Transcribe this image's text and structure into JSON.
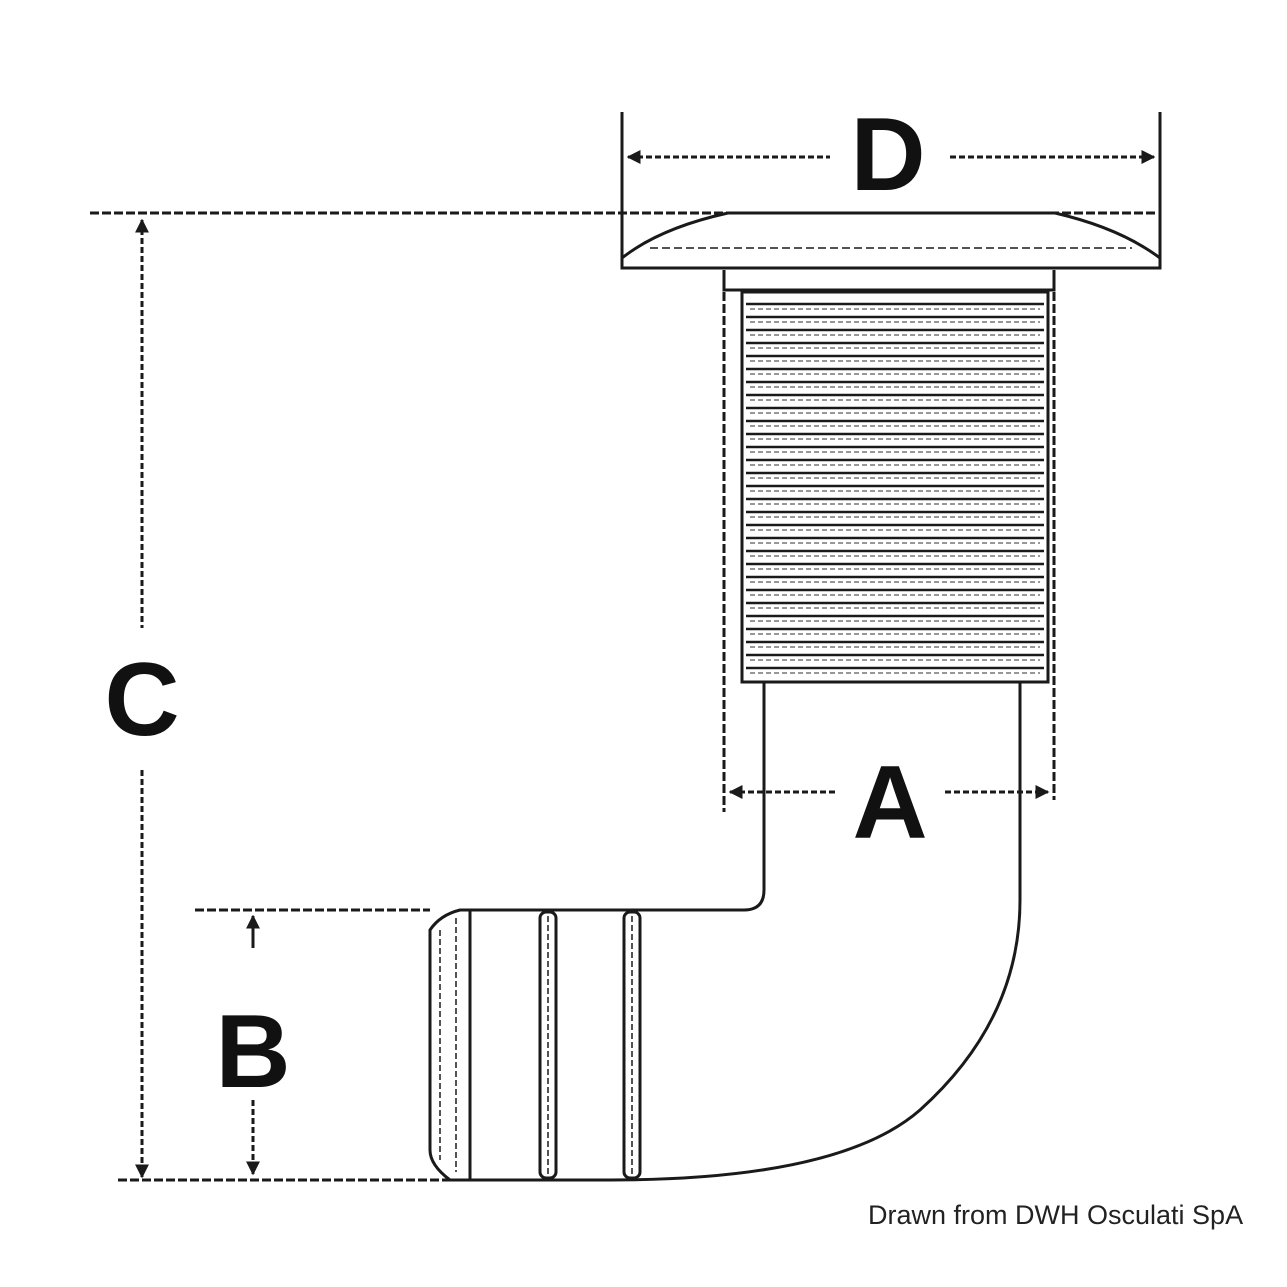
{
  "labels": {
    "a": "A",
    "b": "B",
    "c": "C",
    "d": "D"
  },
  "credit": "Drawn from DWH Osculati SpA",
  "colors": {
    "line": "#1a1a1a",
    "background": "#ffffff",
    "thread_fill": "#cfcfcf"
  }
}
